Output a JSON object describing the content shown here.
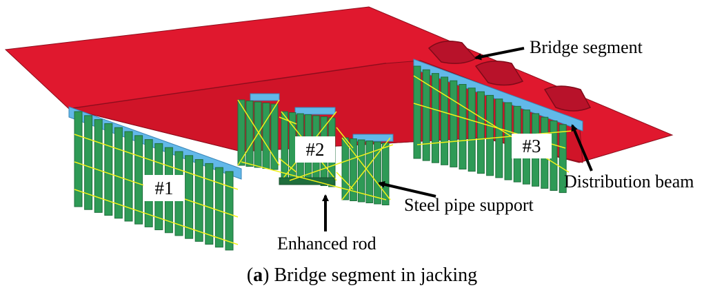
{
  "labels": {
    "bridge_segment": "Bridge segment",
    "distribution_beam": "Distribution beam",
    "steel_pipe_support": "Steel pipe support",
    "enhanced_rod": "Enhanced rod"
  },
  "supports": {
    "s1": "#1",
    "s2": "#2",
    "s3": "#3"
  },
  "caption": {
    "letter": "a",
    "open": "(",
    "close": ")",
    "text": " Bridge segment in jacking"
  },
  "colors": {
    "deck": "#e0182e",
    "deck_dark": "#b8122a",
    "deck_edge": "#8c0d1c",
    "pipe": "#2e9a56",
    "pipe_dark": "#1f6e3c",
    "rod": "#f2f21a",
    "beam": "#62b8e8",
    "beam_dark": "#3a86b8"
  }
}
